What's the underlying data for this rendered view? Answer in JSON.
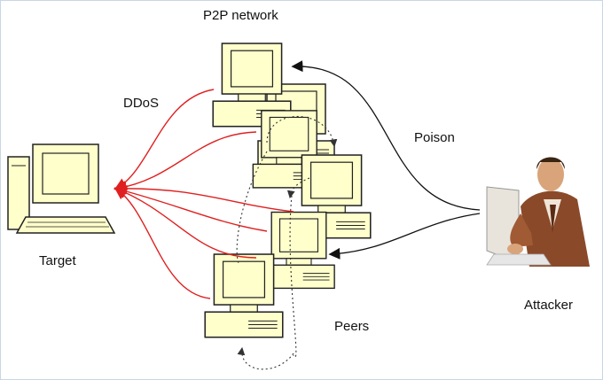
{
  "labels": {
    "title": "P2P network",
    "ddos": "DDoS",
    "poison": "Poison",
    "target": "Target",
    "peers": "Peers",
    "attacker": "Attacker"
  },
  "colors": {
    "ddos_arrow": "#e02020",
    "poison_arrow": "#111111",
    "peer_link": "#333333",
    "computer_body": "#ffffcc",
    "computer_outline": "#222222",
    "skin": "#d9a47a",
    "suit": "#8a4a2a"
  },
  "icons": [
    "target-computer-icon",
    "peer-computer-icon",
    "attacker-person-icon"
  ]
}
